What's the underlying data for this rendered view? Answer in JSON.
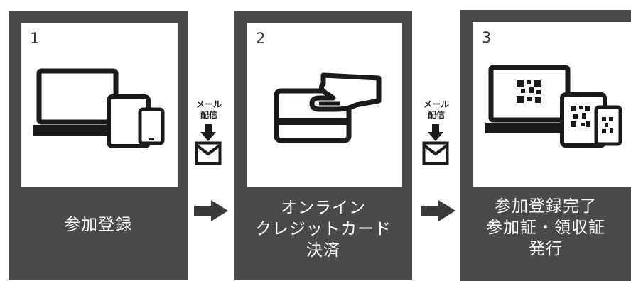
{
  "steps": [
    {
      "number": "1",
      "label_lines": [
        "参加登録"
      ],
      "icon": "devices-icon"
    },
    {
      "number": "2",
      "label_lines": [
        "オンライン",
        "クレジットカード",
        "決済"
      ],
      "icon": "credit-card-icon"
    },
    {
      "number": "3",
      "label_lines": [
        "参加登録完了",
        "参加証・領収証",
        "発行"
      ],
      "icon": "qr-devices-icon"
    }
  ],
  "connectors": [
    {
      "mail_lines": [
        "メール",
        "配信"
      ],
      "icons": [
        "download-arrow-icon",
        "envelope-icon",
        "right-arrow-icon"
      ]
    },
    {
      "mail_lines": [
        "メール",
        "配信"
      ],
      "icons": [
        "download-arrow-icon",
        "envelope-icon",
        "right-arrow-icon"
      ]
    }
  ],
  "colors": {
    "panel": "#4a4a4a",
    "icon": "#1a1a1a",
    "arrow": "#3a3a3a"
  }
}
